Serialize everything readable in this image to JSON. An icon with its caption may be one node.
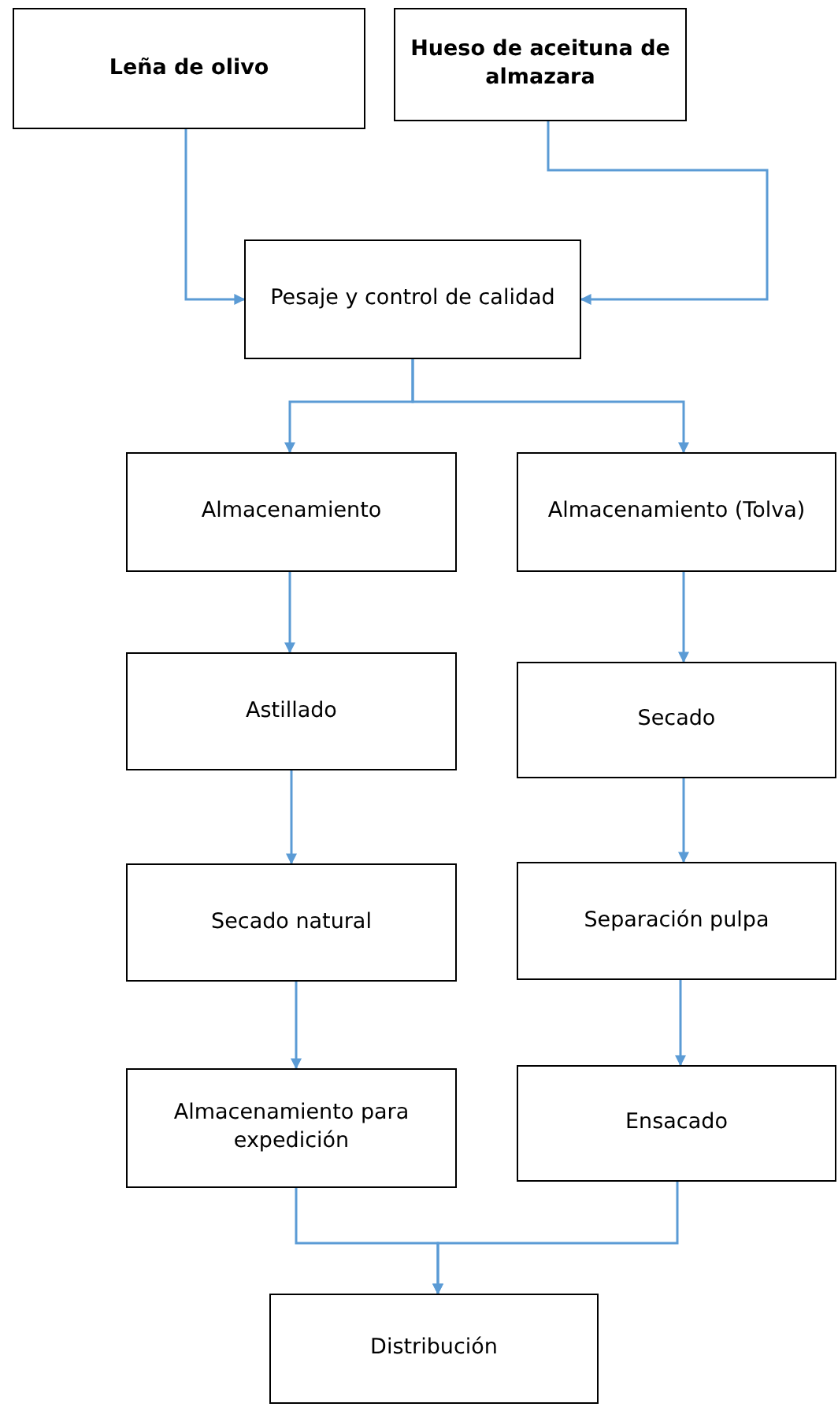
{
  "diagram": {
    "nodes": [
      {
        "text": [
          "Leña de olivo"
        ]
      },
      {
        "text": [
          "Hueso de aceituna de almazara"
        ]
      },
      {
        "text": [
          "Pesaje y control de calidad"
        ]
      },
      {
        "text": [
          "Almacenamiento"
        ]
      },
      {
        "text": [
          "Almacenamiento (Tolva)"
        ]
      },
      {
        "text": [
          "Astillado"
        ]
      },
      {
        "text": [
          "Secado"
        ]
      },
      {
        "text": [
          "Secado natural"
        ]
      },
      {
        "text": [
          "Separación pulpa"
        ]
      },
      {
        "text": [
          "Almacenamiento para expedición"
        ]
      },
      {
        "text": [
          "Ensacado"
        ]
      },
      {
        "text": [
          "Distribución"
        ]
      }
    ],
    "edges": [
      {
        "from": 0,
        "to": 2,
        "arrow": "to"
      },
      {
        "from": 1,
        "to": 2,
        "arrow": "to"
      },
      {
        "from": 2,
        "to": 3,
        "arrow": "to"
      },
      {
        "from": 2,
        "to": 4,
        "arrow": "to"
      },
      {
        "from": 3,
        "to": 5,
        "arrow": "to"
      },
      {
        "from": 4,
        "to": 6,
        "arrow": "to"
      },
      {
        "from": 5,
        "to": 7,
        "arrow": "to"
      },
      {
        "from": 6,
        "to": 8,
        "arrow": "to"
      },
      {
        "from": 7,
        "to": 9,
        "arrow": "to"
      },
      {
        "from": 8,
        "to": 10,
        "arrow": "to"
      },
      {
        "from": 9,
        "to": 11,
        "arrow": "to"
      },
      {
        "from": 10,
        "to": 11,
        "arrow": "to"
      }
    ]
  }
}
